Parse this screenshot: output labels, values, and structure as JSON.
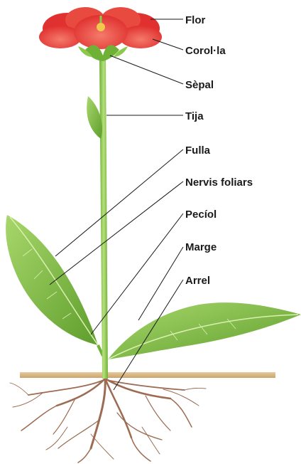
{
  "labels": {
    "flor": "Flor",
    "corolla": "Corol·la",
    "sepal": "Sèpal",
    "tija": "Tija",
    "fulla": "Fulla",
    "nervis_foliars": "Nervis foliars",
    "peciol": "Pecíol",
    "marge": "Marge",
    "arrel": "Arrel"
  },
  "colors": {
    "petal": "#e8393a",
    "petal_light": "#f26a5c",
    "stem": "#8cc84b",
    "leaf": "#7fbf45",
    "leaf_dark": "#5e9e2c",
    "soil": "#d9b98a",
    "root": "#9c6b52"
  }
}
